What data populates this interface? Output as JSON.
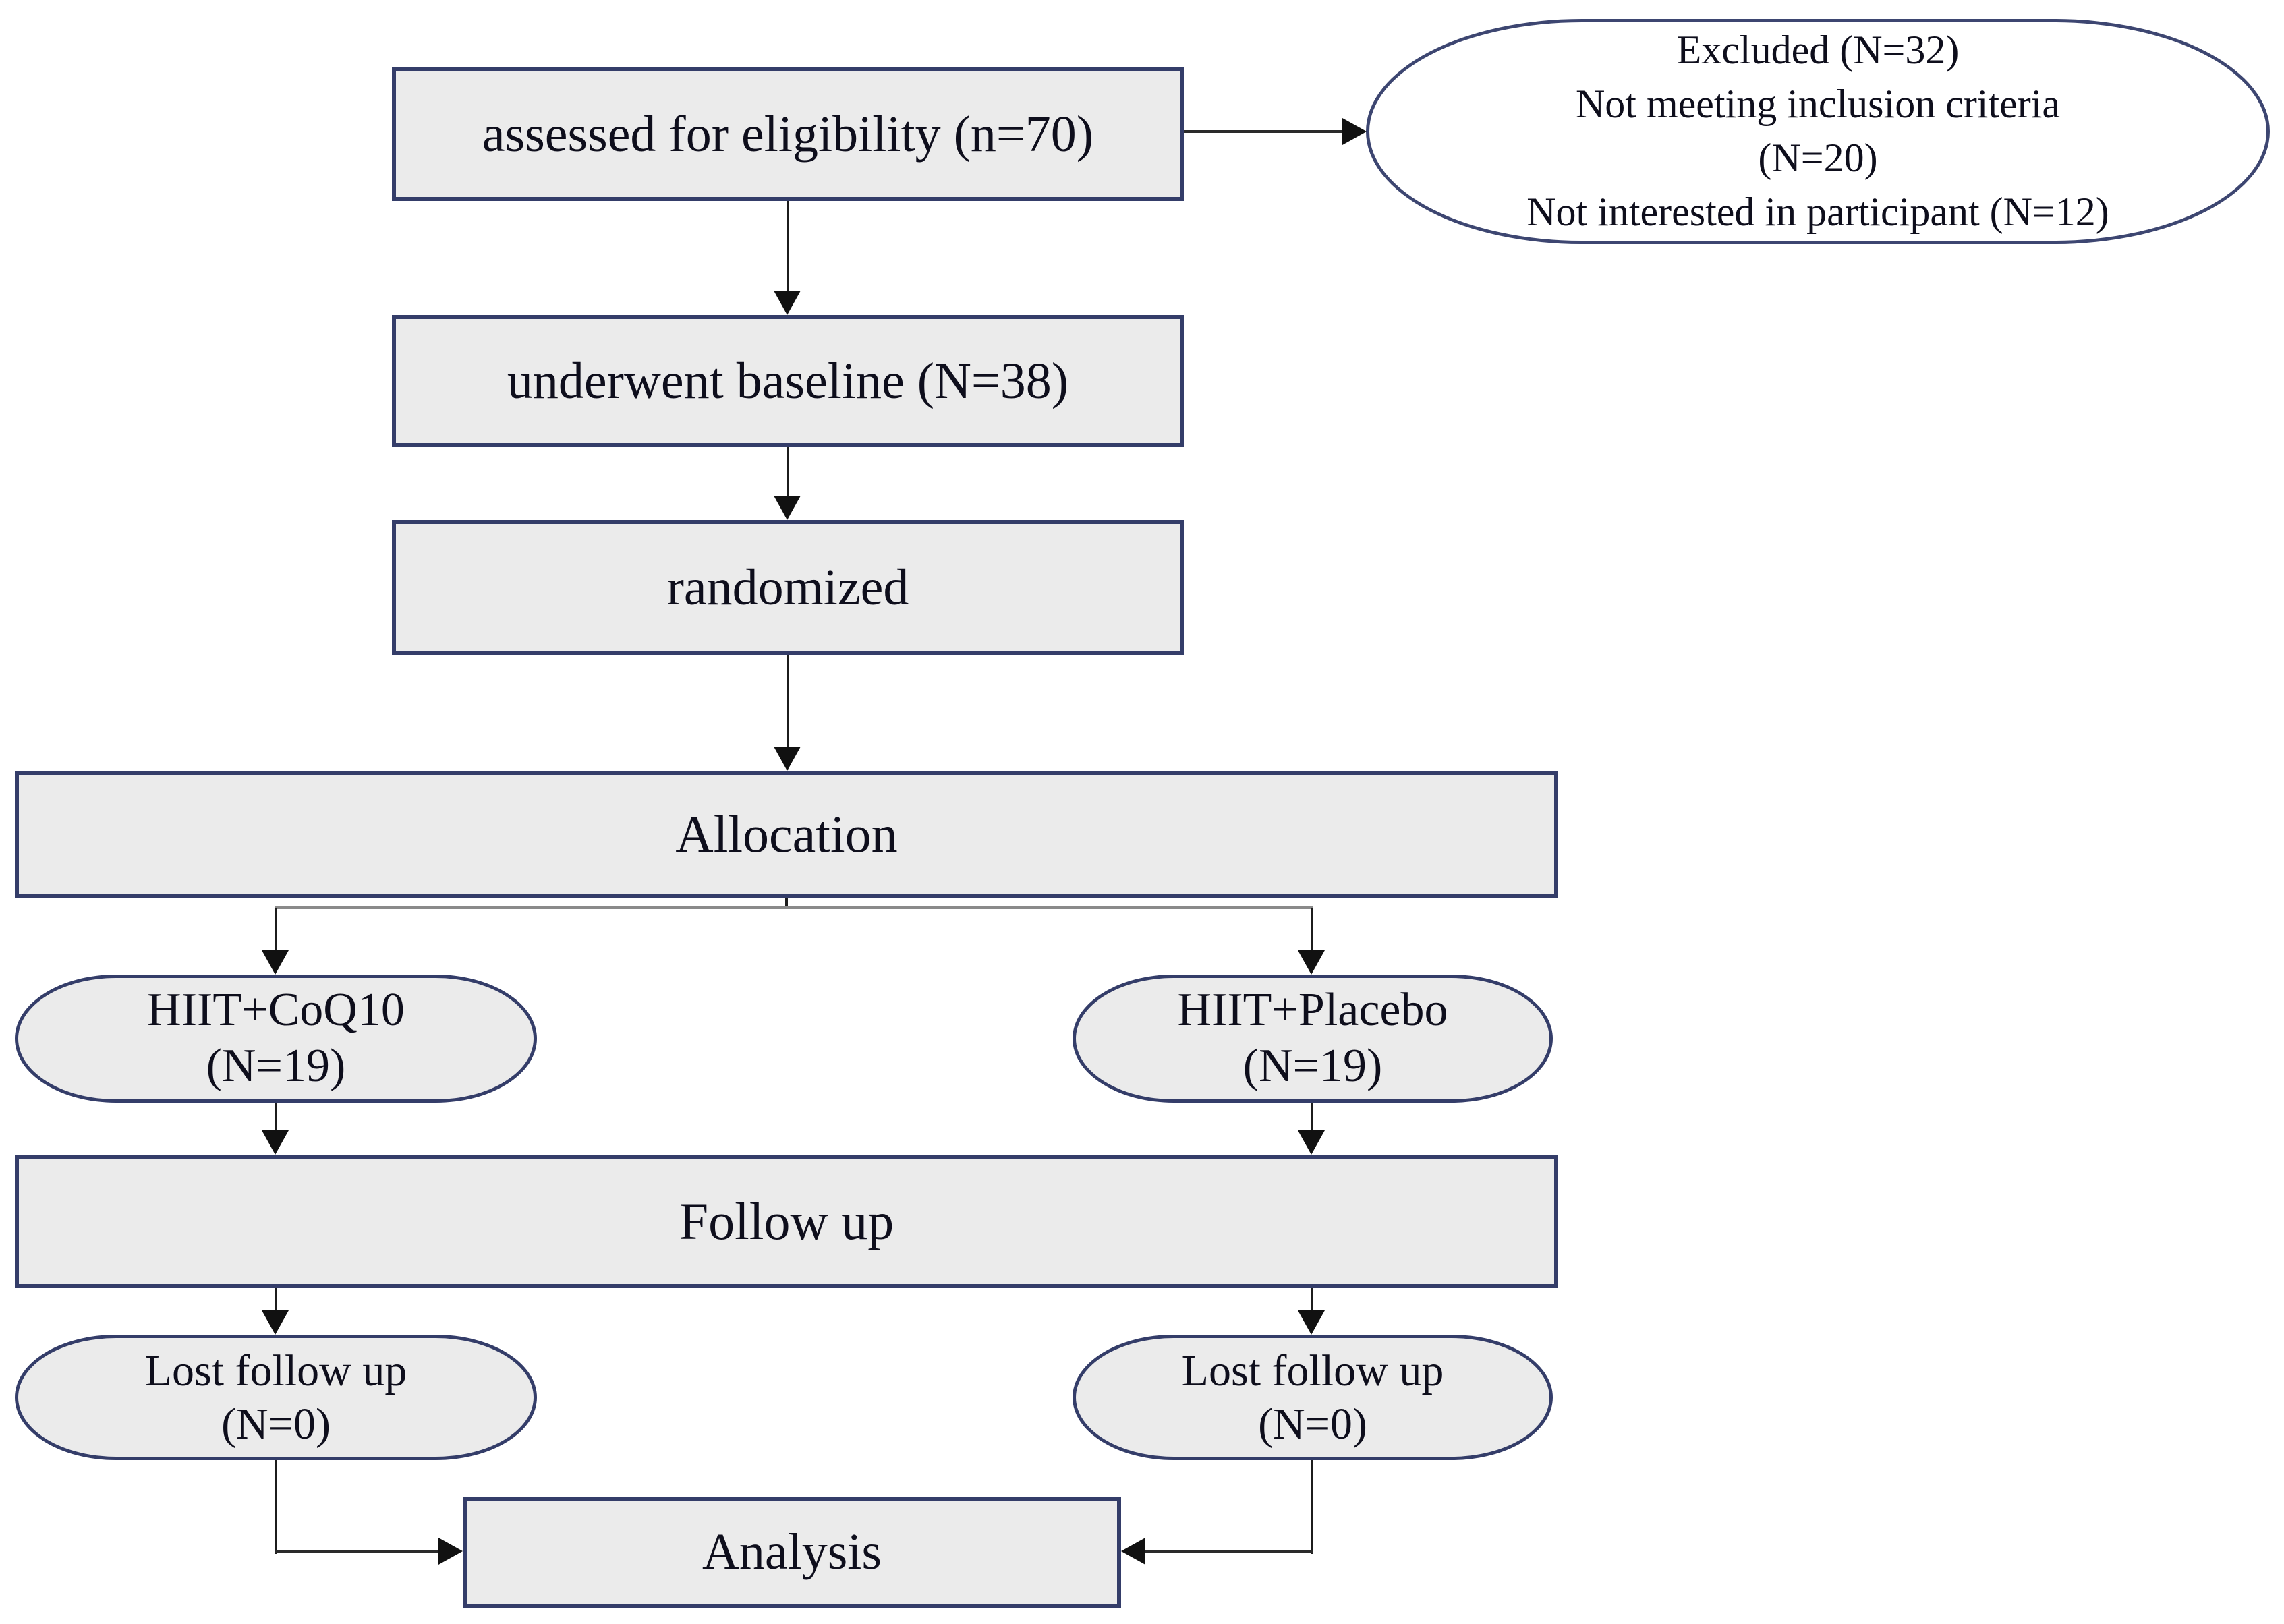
{
  "diagram": {
    "type": "consort-flowchart",
    "background": "#ffffff",
    "palette": {
      "node_fill": "#ebebeb",
      "node_border": "#343d69",
      "excluded_fill": "#ffffff",
      "text": "#0e0e1c",
      "line": "#1c1c1c",
      "connector_gray": "#8a8a8a",
      "arrowhead": "#111111"
    },
    "nodes": {
      "assessed": {
        "label": "assessed for eligibility (n=70)"
      },
      "excluded": {
        "line1": "Excluded (N=32)",
        "line2": "Not meeting inclusion criteria",
        "line3": "(N=20)",
        "line4": "Not interested in participant (N=12)"
      },
      "baseline": {
        "label": "underwent baseline (N=38)"
      },
      "randomized": {
        "label": "randomized"
      },
      "allocation": {
        "label": "Allocation"
      },
      "hiit_coq10": {
        "line1": "HIIT+CoQ10",
        "line2": "(N=19)"
      },
      "hiit_placebo": {
        "line1": "HIIT+Placebo",
        "line2": "(N=19)"
      },
      "follow_up": {
        "label": "Follow up"
      },
      "lost_left": {
        "line1": "Lost follow up",
        "line2": "(N=0)"
      },
      "lost_right": {
        "line1": "Lost follow up",
        "line2": "(N=0)"
      },
      "analysis": {
        "label": "Analysis"
      }
    }
  }
}
